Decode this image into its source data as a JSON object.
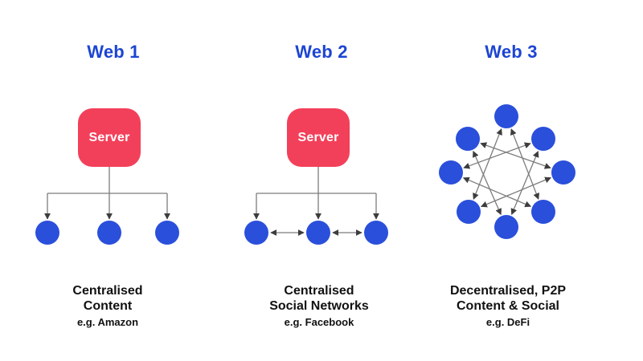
{
  "page": {
    "background": "#ffffff",
    "description_of_visible_content": "Three-column diagram comparing Web 1, Web 2 and Web 3 network topologies"
  },
  "columns": [
    {
      "title": "Web 1",
      "server_label": "Server",
      "caption": [
        "Centralised",
        "Content"
      ],
      "example": "e.g. Amazon",
      "client_node_count": 3,
      "topology": "server with one-way arrows down to three client nodes"
    },
    {
      "title": "Web 2",
      "server_label": "Server",
      "caption": [
        "Centralised",
        "Social Networks"
      ],
      "example": "e.g. Facebook",
      "client_node_count": 3,
      "topology": "server with arrows down to three client nodes plus two-way arrows between clients"
    },
    {
      "title": "Web 3",
      "caption": [
        "Decentralised, P2P",
        "Content & Social"
      ],
      "example": "e.g. DeFi",
      "peer_node_count": 8,
      "topology": "eight peer nodes in a ring connected by criss-crossing two-way arrows (octagram)"
    }
  ],
  "colors": {
    "title_blue": "#1c45d2",
    "node_blue": "#2a4fdb",
    "server_red": "#f3405a",
    "connector_gray": "#7c7c7c",
    "arrowhead_gray": "#3d3d3d",
    "caption_black": "#111111",
    "server_text_white": "#ffffff"
  }
}
